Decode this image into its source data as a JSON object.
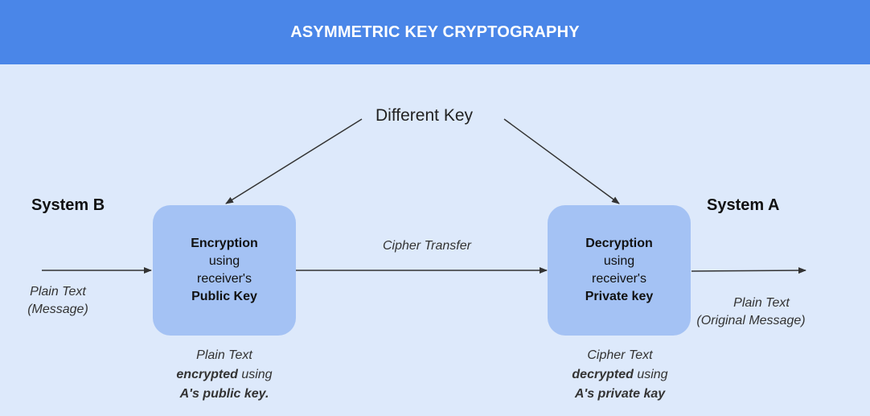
{
  "header": {
    "title": "ASYMMETRIC KEY CRYPTOGRAPHY"
  },
  "key_label": "Different Key",
  "system_b": "System B",
  "system_a": "System A",
  "input_text": {
    "line1": "Plain Text",
    "line2": "(Message)"
  },
  "output_text": {
    "line1": "Plain Text",
    "line2": "(Original Message)"
  },
  "transfer_label": "Cipher Transfer",
  "encrypt_box": {
    "line1": "Encryption",
    "line2": "using",
    "line3": "receiver's",
    "line4": "Public Key"
  },
  "decrypt_box": {
    "line1": "Decryption",
    "line2": "using",
    "line3": "receiver's",
    "line4": "Private key"
  },
  "encrypt_caption": {
    "line1": "Plain Text",
    "line2_bold": "encrypted",
    "line2_rest": " using",
    "line3": "A's public key."
  },
  "decrypt_caption": {
    "line1": "Cipher Text",
    "line2_bold": "decrypted",
    "line2_rest": " using",
    "line3": "A's private kay"
  },
  "colors": {
    "header": "#4a86e8",
    "background": "#dde9fb",
    "box": "#a4c2f4"
  }
}
